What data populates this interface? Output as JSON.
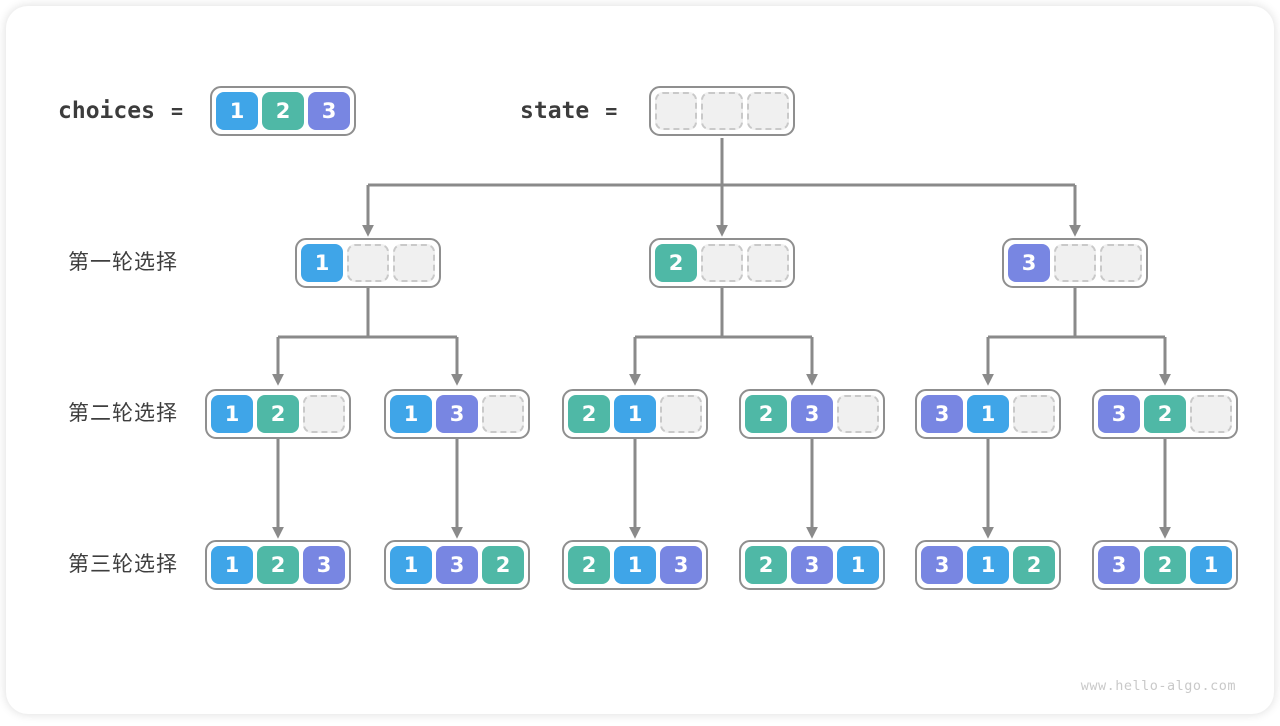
{
  "colors": {
    "c1": "#3fa5e8",
    "c2": "#4fb8a6",
    "c3": "#7886e2",
    "empty": "#f0f0f0",
    "dash": "#c9c9c9",
    "border": "#8f8f8f",
    "arrow": "#8a8a8a",
    "text_dark": "#3c3c3c",
    "watermark": "#c9c9c9"
  },
  "header": {
    "choices_label": "choices",
    "state_label": "state",
    "equals": "=",
    "choices_cells": [
      1,
      2,
      3
    ],
    "state_cells": [
      null,
      null,
      null
    ]
  },
  "rounds": [
    {
      "label": "第一轮选择",
      "nodes": [
        [
          1,
          null,
          null
        ],
        [
          2,
          null,
          null
        ],
        [
          3,
          null,
          null
        ]
      ]
    },
    {
      "label": "第二轮选择",
      "nodes": [
        [
          1,
          2,
          null
        ],
        [
          1,
          3,
          null
        ],
        [
          2,
          1,
          null
        ],
        [
          2,
          3,
          null
        ],
        [
          3,
          1,
          null
        ],
        [
          3,
          2,
          null
        ]
      ]
    },
    {
      "label": "第三轮选择",
      "nodes": [
        [
          1,
          2,
          3
        ],
        [
          1,
          3,
          2
        ],
        [
          2,
          1,
          3
        ],
        [
          2,
          3,
          1
        ],
        [
          3,
          1,
          2
        ],
        [
          3,
          2,
          1
        ]
      ]
    }
  ],
  "watermark": "www.hello-algo.com"
}
